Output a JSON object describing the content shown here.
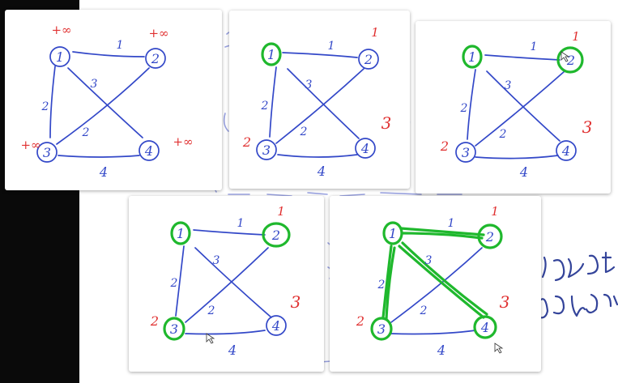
{
  "graph": {
    "nodes": [
      {
        "id": "n1",
        "label": "1"
      },
      {
        "id": "n2",
        "label": "2"
      },
      {
        "id": "n3",
        "label": "3"
      },
      {
        "id": "n4",
        "label": "4"
      }
    ],
    "edges": [
      {
        "id": "e12",
        "from": "1",
        "to": "2",
        "weight": "1"
      },
      {
        "id": "e13",
        "from": "1",
        "to": "3",
        "weight": "2"
      },
      {
        "id": "e14",
        "from": "1",
        "to": "4",
        "weight": "3"
      },
      {
        "id": "e23",
        "from": "2",
        "to": "3",
        "weight": "2"
      },
      {
        "id": "e34",
        "from": "3",
        "to": "4",
        "weight": "4"
      }
    ]
  },
  "panels": [
    {
      "id": "step-1",
      "dist": {
        "n1": "+∞",
        "n2": "+∞",
        "n3": "+∞",
        "n4": "+∞"
      }
    },
    {
      "id": "step-2",
      "dist": {
        "n2": "1",
        "n3": "2",
        "n4": "3"
      }
    },
    {
      "id": "step-3",
      "dist": {
        "n2": "1",
        "n3": "2",
        "n4": "3"
      }
    },
    {
      "id": "step-4",
      "dist": {
        "n2": "1",
        "n3": "2",
        "n4": "3"
      }
    },
    {
      "id": "step-5",
      "dist": {
        "n2": "1",
        "n3": "2",
        "n4": "3"
      }
    }
  ],
  "colors": {
    "ink_blue": "#3348c8",
    "ink_red": "#e03030",
    "ink_green": "#1fb82d",
    "background_black": "#0a0a0a"
  }
}
